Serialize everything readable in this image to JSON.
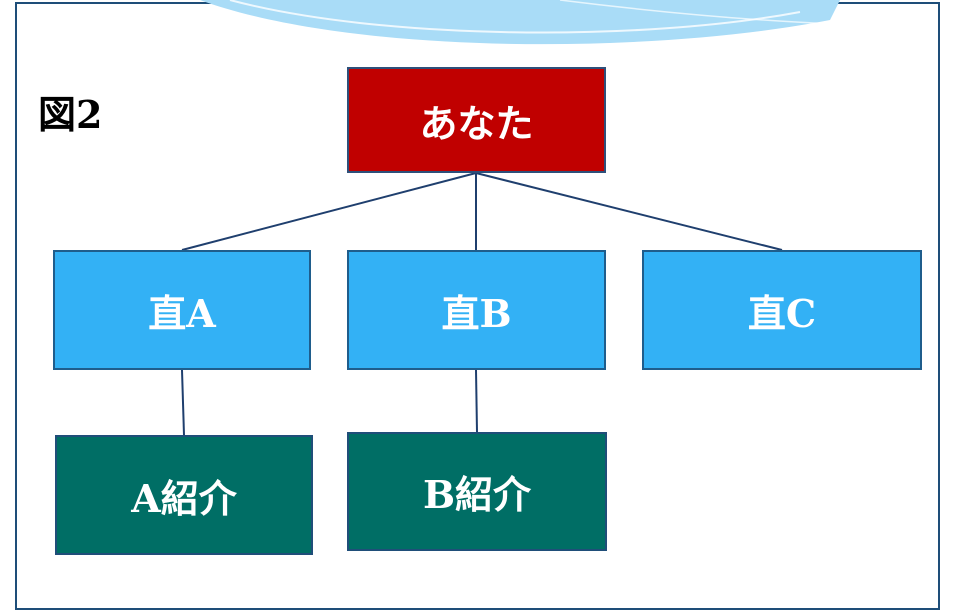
{
  "figure_label": "図2",
  "root": {
    "label": "あなた"
  },
  "direct": [
    {
      "label": "直A"
    },
    {
      "label": "直B"
    },
    {
      "label": "直C"
    }
  ],
  "referrals": [
    {
      "label": "A紹介"
    },
    {
      "label": "B紹介"
    }
  ],
  "colors": {
    "root": "#c00000",
    "direct": "#33b1f5",
    "referral": "#006e65",
    "frame": "#1e4e79"
  }
}
